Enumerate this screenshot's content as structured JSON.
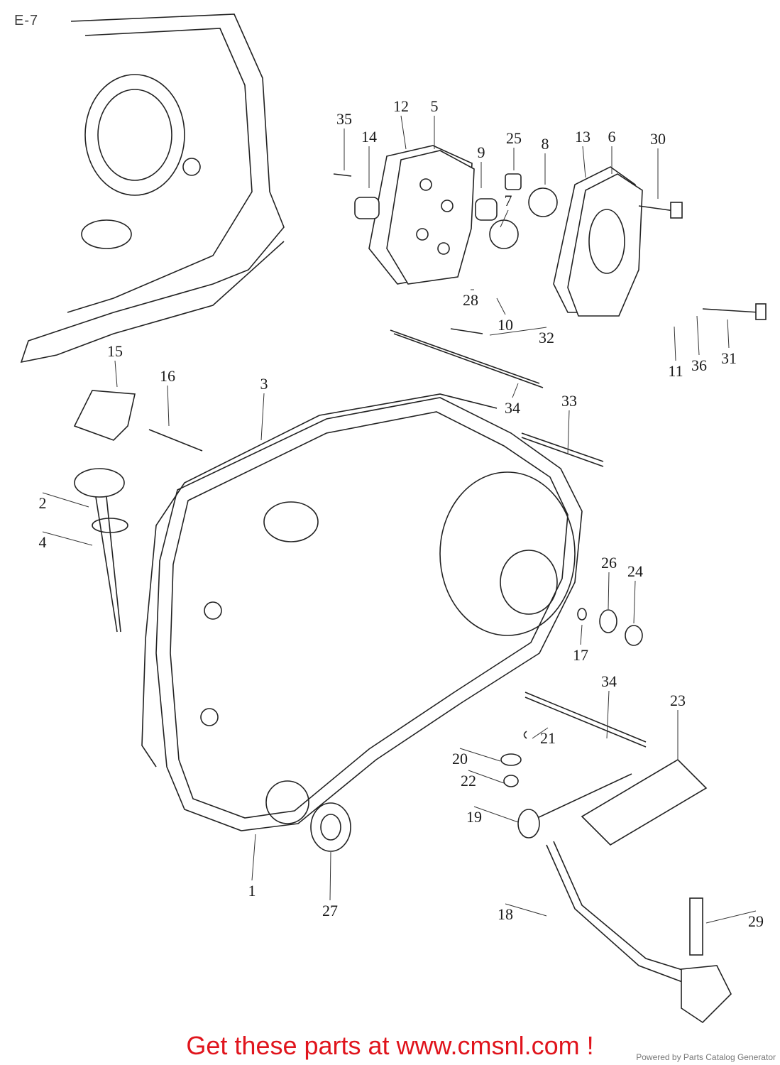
{
  "diagram_code": "E-7",
  "cta_text": "Get these parts at www.cmsnl.com !",
  "footer_text": "Powered by Parts Catalog Generator",
  "part_labels": [
    "1",
    "2",
    "3",
    "4",
    "5",
    "6",
    "7",
    "8",
    "9",
    "10",
    "11",
    "12",
    "13",
    "14",
    "15",
    "16",
    "17",
    "18",
    "19",
    "20",
    "21",
    "22",
    "23",
    "24",
    "25",
    "26",
    "27",
    "28",
    "29",
    "30",
    "31",
    "32",
    "33",
    "34",
    "35",
    "36"
  ],
  "cta_color": "#e0141c"
}
